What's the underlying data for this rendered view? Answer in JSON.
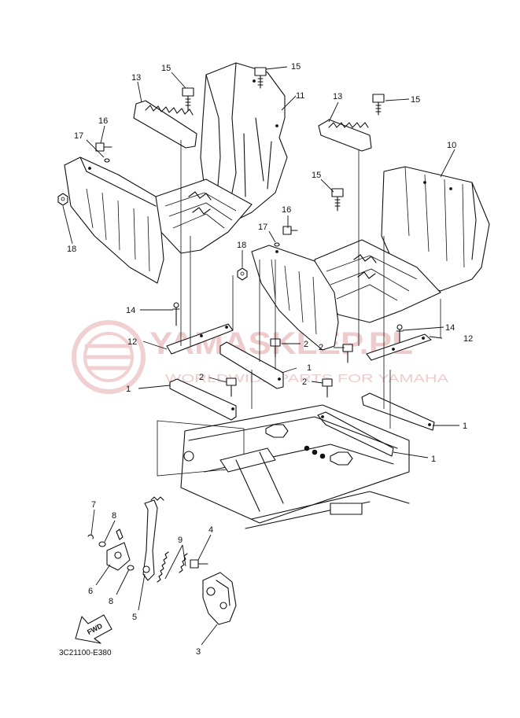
{
  "callouts": [
    {
      "id": "c15a",
      "text": "15"
    },
    {
      "id": "c15b",
      "text": "15"
    },
    {
      "id": "c13a",
      "text": "13"
    },
    {
      "id": "c11",
      "text": "11"
    },
    {
      "id": "c16a",
      "text": "16"
    },
    {
      "id": "c17a",
      "text": "17"
    },
    {
      "id": "c18a",
      "text": "18"
    },
    {
      "id": "c13b",
      "text": "13"
    },
    {
      "id": "c15c",
      "text": "15"
    },
    {
      "id": "c10",
      "text": "10"
    },
    {
      "id": "c15d",
      "text": "15"
    },
    {
      "id": "c16b",
      "text": "16"
    },
    {
      "id": "c17b",
      "text": "17"
    },
    {
      "id": "c18b",
      "text": "18"
    },
    {
      "id": "c14a",
      "text": "14"
    },
    {
      "id": "c14b",
      "text": "14"
    },
    {
      "id": "c12a",
      "text": "12"
    },
    {
      "id": "c2a",
      "text": "2"
    },
    {
      "id": "c1a",
      "text": "1"
    },
    {
      "id": "c2b",
      "text": "2"
    },
    {
      "id": "c12b",
      "text": "12"
    },
    {
      "id": "c1b",
      "text": "1"
    },
    {
      "id": "c2c",
      "text": "2"
    },
    {
      "id": "c2d",
      "text": "2"
    },
    {
      "id": "c1c",
      "text": "1"
    },
    {
      "id": "c1d",
      "text": "1"
    },
    {
      "id": "c7",
      "text": "7"
    },
    {
      "id": "c8a",
      "text": "8"
    },
    {
      "id": "c9",
      "text": "9"
    },
    {
      "id": "c4",
      "text": "4"
    },
    {
      "id": "c6",
      "text": "6"
    },
    {
      "id": "c8b",
      "text": "8"
    },
    {
      "id": "c5",
      "text": "5"
    },
    {
      "id": "c3",
      "text": "3"
    }
  ],
  "fwd_label": "FWD",
  "diagram_code": "3C21100-E380",
  "watermark": {
    "brand": "YAMASKLEP.PL",
    "subtitle": "WORLDWIDE PARTS FOR YAMAHA",
    "color": "#e3a3a3"
  }
}
